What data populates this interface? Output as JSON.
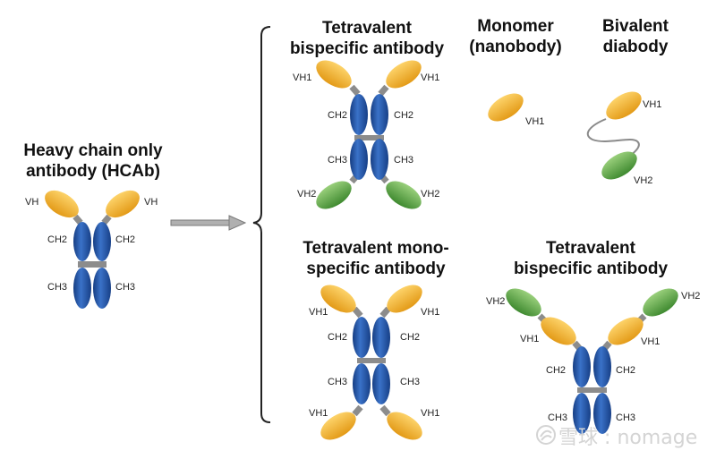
{
  "titles": {
    "hcab": [
      "Heavy chain only",
      "antibody (HCAb)"
    ],
    "tetra_bispecific_top": [
      "Tetravalent",
      "bispecific antibody"
    ],
    "monomer": [
      "Monomer",
      "(nanobody)"
    ],
    "bivalent": [
      "Bivalent",
      "diabody"
    ],
    "tetra_mono": [
      "Tetravalent mono-",
      "specific antibody"
    ],
    "tetra_bispecific_bottom": [
      "Tetravalent",
      "bispecific antibody"
    ]
  },
  "labels": {
    "vh": "VH",
    "vh1": "VH1",
    "vh2": "VH2",
    "ch2": "CH2",
    "ch3": "CH3"
  },
  "watermark": {
    "brand": "雪球",
    "separator": ":",
    "user": "nomage"
  },
  "colors": {
    "ch_domain": "#1f4fa3",
    "vh1_domain": "#f2b42c",
    "vh2_domain": "#5fa845",
    "linker": "#8c8c8c",
    "arrow": "#9a9a9a",
    "bracket": "#222222"
  }
}
